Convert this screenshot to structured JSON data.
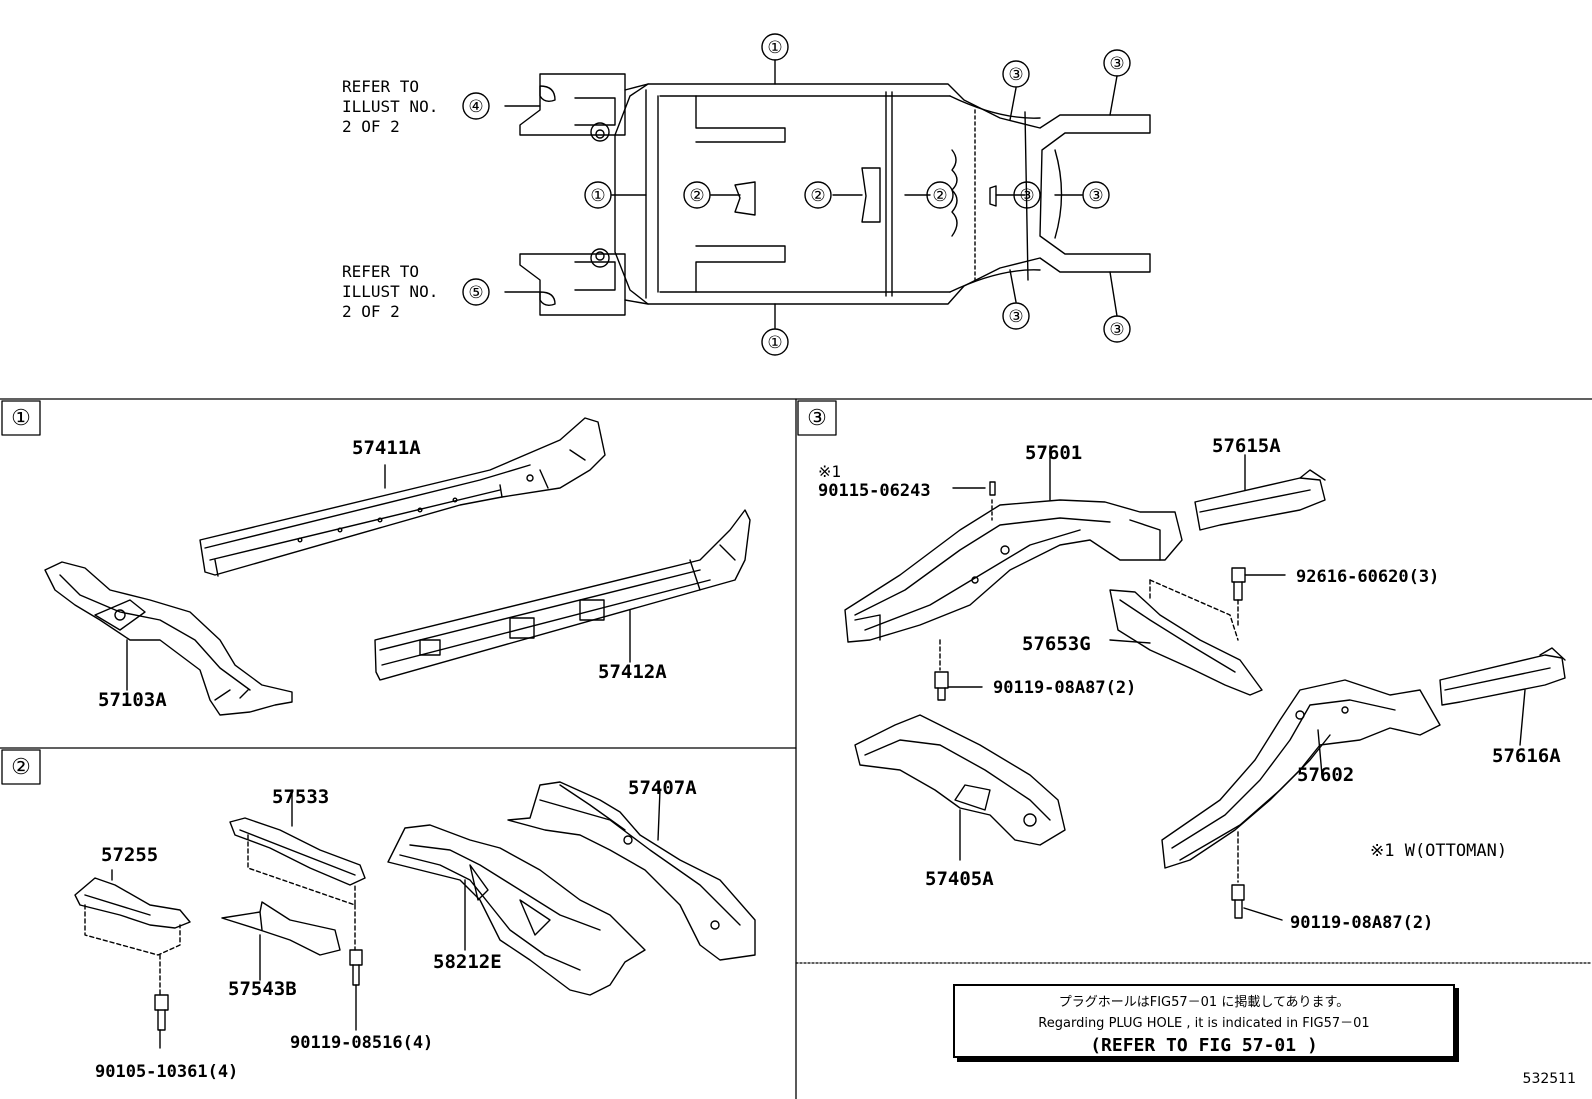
{
  "overview": {
    "refer_top": [
      "REFER TO",
      "ILLUST NO.",
      "2 OF 2"
    ],
    "refer_top_marker": "④",
    "refer_bottom": [
      "REFER TO",
      "ILLUST NO.",
      "2 OF 2"
    ],
    "refer_bottom_marker": "⑤",
    "markers": {
      "m1": "①",
      "m2": "②",
      "m3": "③"
    }
  },
  "section1": {
    "badge": "①",
    "parts": {
      "p57411a": "57411A",
      "p57412a": "57412A",
      "p57103a": "57103A"
    }
  },
  "section2": {
    "badge": "②",
    "parts": {
      "p57533": "57533",
      "p57407a": "57407A",
      "p57255": "57255",
      "p57543b": "57543B",
      "p58212e": "58212E",
      "p90119_08516": "90119-08516(4)",
      "p90105_10361": "90105-10361(4)"
    }
  },
  "section3": {
    "badge": "③",
    "footnote_mark": "※1",
    "parts": {
      "p57601": "57601",
      "p57615a": "57615A",
      "p90115_06243": "90115-06243",
      "p92616_60620": "92616-60620(3)",
      "p57653g": "57653G",
      "p90119_08a87_a": "90119-08A87(2)",
      "p57616a": "57616A",
      "p57602": "57602",
      "p57405a": "57405A",
      "p90119_08a87_b": "90119-08A87(2)"
    },
    "footnote_text": "※1 W(OTTOMAN)"
  },
  "note": {
    "line_jp": "プラグホールはFIG57－01 に掲載してあります。",
    "line_en": "Regarding  PLUG HOLE , it is indicated in FIG57－01",
    "line_ref": "(REFER TO FIG 57-01    )"
  },
  "footer": {
    "code": "532511"
  }
}
